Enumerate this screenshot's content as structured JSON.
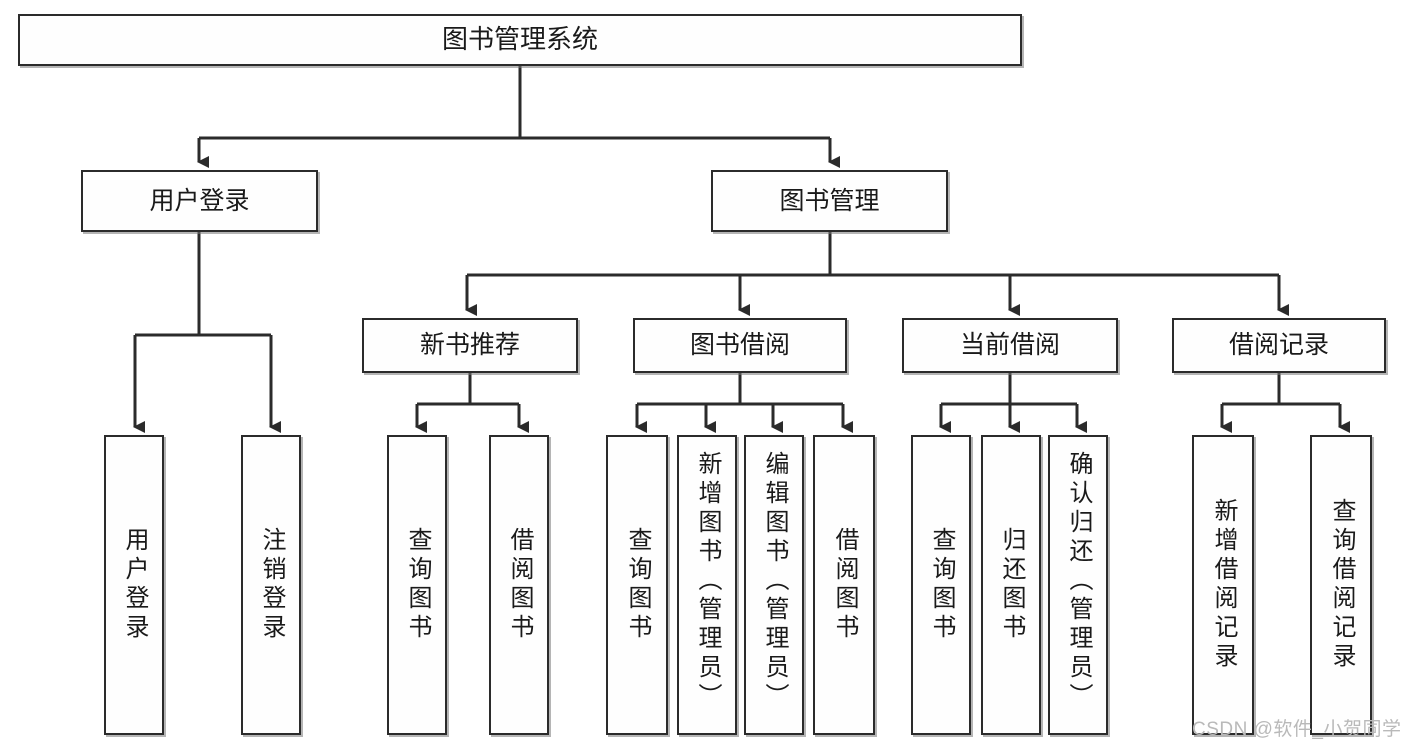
{
  "diagram": {
    "type": "hierarchy-tree",
    "title": "图书管理系统",
    "root": {
      "id": "root",
      "label": "图书管理系统"
    },
    "level2": [
      {
        "id": "user-login",
        "label": "用户登录"
      },
      {
        "id": "book-manage",
        "label": "图书管理"
      }
    ],
    "level3": [
      {
        "id": "new-book-recommend",
        "label": "新书推荐",
        "parent": "book-manage"
      },
      {
        "id": "book-borrow",
        "label": "图书借阅",
        "parent": "book-manage"
      },
      {
        "id": "current-borrow",
        "label": "当前借阅",
        "parent": "book-manage"
      },
      {
        "id": "borrow-record",
        "label": "借阅记录",
        "parent": "book-manage"
      }
    ],
    "leaves": [
      {
        "id": "leaf-user-login",
        "label": "用户登录",
        "parent": "user-login"
      },
      {
        "id": "leaf-user-logout",
        "label": "注销登录",
        "parent": "user-login"
      },
      {
        "id": "leaf-query-book-1",
        "label": "查询图书",
        "parent": "new-book-recommend"
      },
      {
        "id": "leaf-borrow-book-1",
        "label": "借阅图书",
        "parent": "new-book-recommend"
      },
      {
        "id": "leaf-query-book-2",
        "label": "查询图书",
        "parent": "book-borrow"
      },
      {
        "id": "leaf-add-book",
        "label": "新增图书（管理员）",
        "parent": "book-borrow"
      },
      {
        "id": "leaf-edit-book",
        "label": "编辑图书（管理员）",
        "parent": "book-borrow"
      },
      {
        "id": "leaf-borrow-book-2",
        "label": "借阅图书",
        "parent": "book-borrow"
      },
      {
        "id": "leaf-query-book-3",
        "label": "查询图书",
        "parent": "current-borrow"
      },
      {
        "id": "leaf-return-book",
        "label": "归还图书",
        "parent": "current-borrow"
      },
      {
        "id": "leaf-confirm-return",
        "label": "确认归还（管理员）",
        "parent": "current-borrow"
      },
      {
        "id": "leaf-add-record",
        "label": "新增借阅记录",
        "parent": "borrow-record"
      },
      {
        "id": "leaf-query-record",
        "label": "查询借阅记录",
        "parent": "borrow-record"
      }
    ],
    "colors": {
      "stroke": "#2b2b2b",
      "fill": "#fefefe",
      "text": "#1a1a1a",
      "watermark": "#b9b9b9"
    }
  },
  "watermark": {
    "text": "CSDN @软件_小贺同学"
  }
}
